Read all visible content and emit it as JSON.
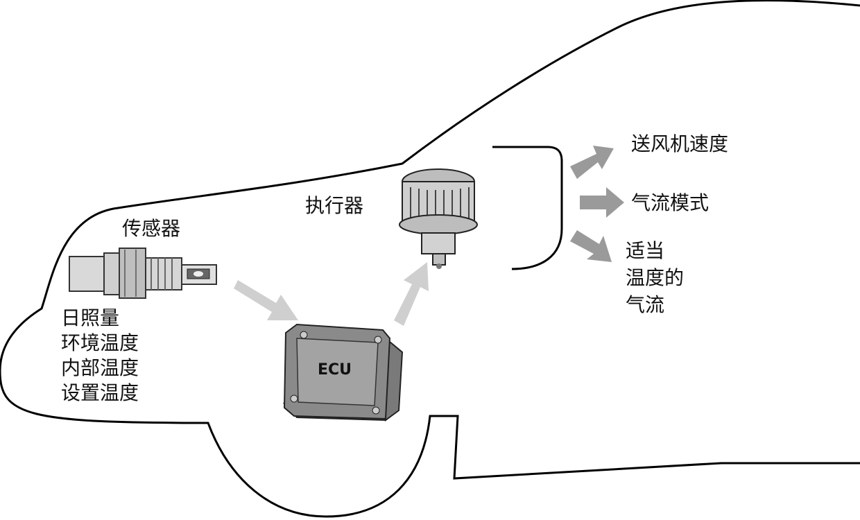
{
  "labels": {
    "sensor_title": "传感器",
    "sensor_inputs": [
      "日照量",
      "环境温度",
      "内部温度",
      "设置温度"
    ],
    "ecu": "ECU",
    "actuator_title": "执行器",
    "outputs": {
      "blower_speed": "送风机速度",
      "airflow_mode": "气流模式",
      "proper_temp_air": [
        "适当",
        "温度的",
        "气流"
      ]
    }
  },
  "colors": {
    "outline": "#000000",
    "arrow_light": "#cfcfcf",
    "arrow_mid": "#bdbdbd",
    "arrow_dark": "#9a9a9a",
    "ecu_body": "#8a8a8a",
    "ecu_top": "#b5b5b5",
    "part_metal": "#c8c8c8"
  }
}
